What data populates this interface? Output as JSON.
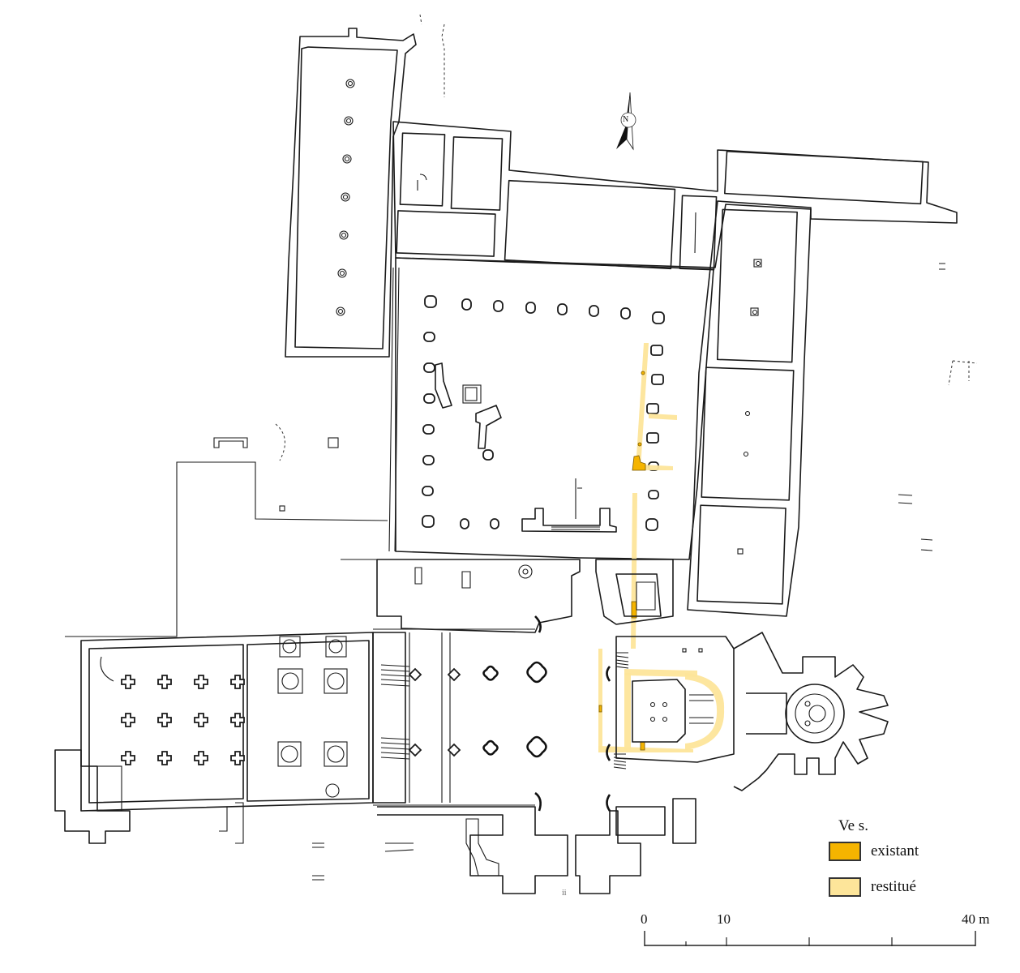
{
  "figure": {
    "type": "architectural-plan",
    "colors": {
      "walls": "#1a1a1a",
      "background": "#ffffff",
      "existant": "#f5b400",
      "restitue": "#fde59a"
    }
  },
  "north_arrow": {
    "letter": "N",
    "icon": "north-arrow-icon"
  },
  "legend": {
    "title": "Ve s.",
    "items": [
      {
        "label": "existant",
        "color": "#f5b400"
      },
      {
        "label": "restitué",
        "color": "#fde59a"
      }
    ]
  },
  "scale_bar": {
    "labels": [
      {
        "text": "0",
        "position": 0
      },
      {
        "text": "10",
        "position": 10
      },
      {
        "text": "40 m",
        "position": 40
      }
    ],
    "ticks_m": [
      0,
      5,
      10,
      20,
      30,
      40
    ],
    "unit": "m"
  },
  "marks": {
    "bottom_center": "ii"
  }
}
